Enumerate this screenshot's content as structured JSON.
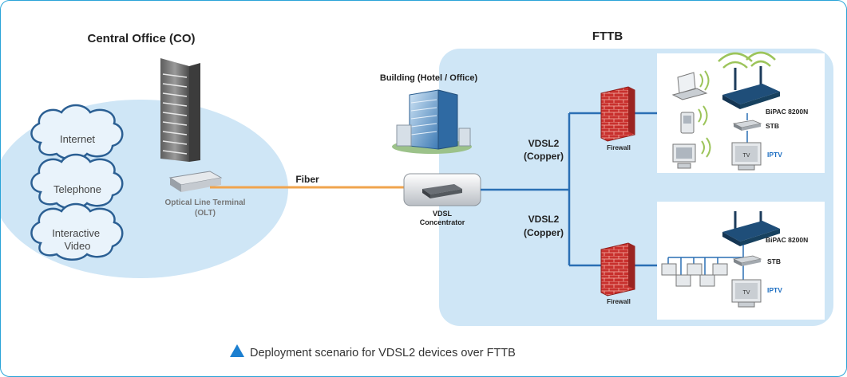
{
  "titles": {
    "central_office": "Central Office (CO)",
    "fttb": "FTTB"
  },
  "clouds": [
    "Internet",
    "Telephone",
    "Interactive Video"
  ],
  "olt": {
    "line1": "Optical Line Terminal",
    "line2": "(OLT)"
  },
  "fiber_label": "Fiber",
  "building_label": "Building (Hotel / Office)",
  "concentrator": {
    "line1": "VDSL",
    "line2": "Concentrator"
  },
  "vdsl_top": {
    "line1": "VDSL2",
    "line2": "(Copper)"
  },
  "vdsl_bottom": {
    "line1": "VDSL2",
    "line2": "(Copper)"
  },
  "firewall_label": "Firewall",
  "router_label": "BiPAC 8200N",
  "stb_label": "STB",
  "tv_label": "TV",
  "iptv_label": "IPTV",
  "caption": "Deployment scenario for VDSL2 devices over FTTB",
  "colors": {
    "frame_border": "#2aa4d8",
    "region_fill": "#cfe6f6",
    "cloud_fill": "#e9f3fb",
    "cloud_stroke": "#2b5f93",
    "fiber": "#f0a44e",
    "copper_line": "#2a6fb4",
    "firewall": "#c8302d",
    "iptv": "#1e6fc2",
    "caption_marker": "#1c7fd0"
  }
}
